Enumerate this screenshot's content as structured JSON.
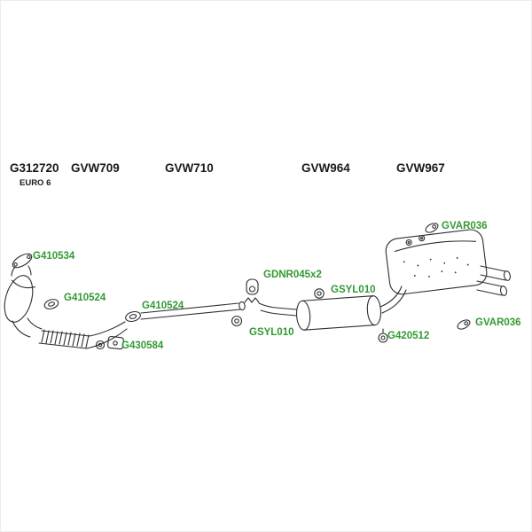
{
  "colors": {
    "background": "#ffffff",
    "part_label_green": "#339933",
    "header_text": "#1a1a1a",
    "line_art": "#2e2e2e"
  },
  "header": {
    "groups": [
      {
        "text": "G312720"
      },
      {
        "text": "GVW709"
      },
      {
        "text": "GVW710"
      },
      {
        "text": "GVW964"
      },
      {
        "text": "GVW967"
      }
    ],
    "subtext": "EURO 6"
  },
  "part_labels": [
    {
      "id": "g410534",
      "text": "G410534"
    },
    {
      "id": "g410524-a",
      "text": "G410524"
    },
    {
      "id": "g410524-b",
      "text": "G410524"
    },
    {
      "id": "g430584",
      "text": "G430584"
    },
    {
      "id": "gdnr045x2",
      "text": "GDNR045x2"
    },
    {
      "id": "gsyl010-a",
      "text": "GSYL010"
    },
    {
      "id": "gsyl010-b",
      "text": "GSYL010"
    },
    {
      "id": "g420512",
      "text": "G420512"
    },
    {
      "id": "gvar036-a",
      "text": "GVAR036"
    },
    {
      "id": "gvar036-b",
      "text": "GVAR036"
    }
  ]
}
